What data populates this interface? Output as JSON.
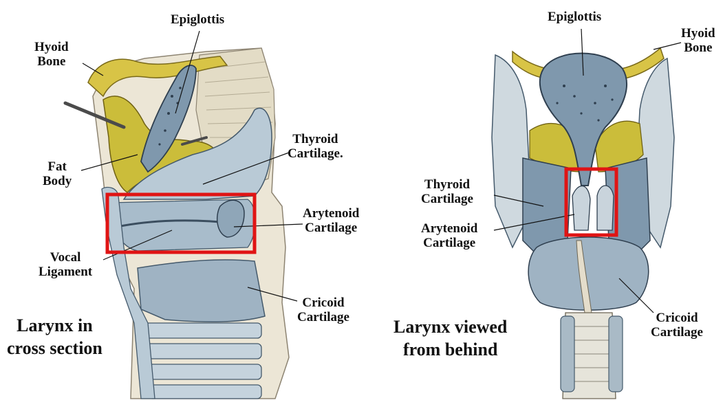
{
  "colors": {
    "cartilage_blue": "#7f98ad",
    "cartilage_light": "#b9cad6",
    "bone_yellow": "#d8c446",
    "fat_yellow": "#cbbd3a",
    "highlight_red": "#e01414",
    "tissue_beige": "#e8e1d2"
  },
  "left_diagram": {
    "caption": [
      "Larynx in",
      "cross section"
    ],
    "labels": {
      "epiglottis": "Epiglottis",
      "hyoid_bone": [
        "Hyoid",
        "Bone"
      ],
      "fat_body": [
        "Fat",
        "Body"
      ],
      "thyroid_cartilage": [
        "Thyroid",
        "Cartilage."
      ],
      "arytenoid_cartilage": [
        "Arytenoid",
        "Cartilage"
      ],
      "vocal_ligament": [
        "Vocal",
        "Ligament"
      ],
      "cricoid_cartilage": [
        "Cricoid",
        "Cartilage"
      ]
    }
  },
  "right_diagram": {
    "caption": [
      "Larynx viewed",
      "from behind"
    ],
    "labels": {
      "epiglottis": "Epiglottis",
      "hyoid_bone": [
        "Hyoid",
        "Bone"
      ],
      "thyroid_cartilage": [
        "Thyroid",
        "Cartilage"
      ],
      "arytenoid_cartilage": [
        "Arytenoid",
        "Cartilage"
      ],
      "cricoid_cartilage": [
        "Cricoid",
        "Cartilage"
      ]
    }
  }
}
